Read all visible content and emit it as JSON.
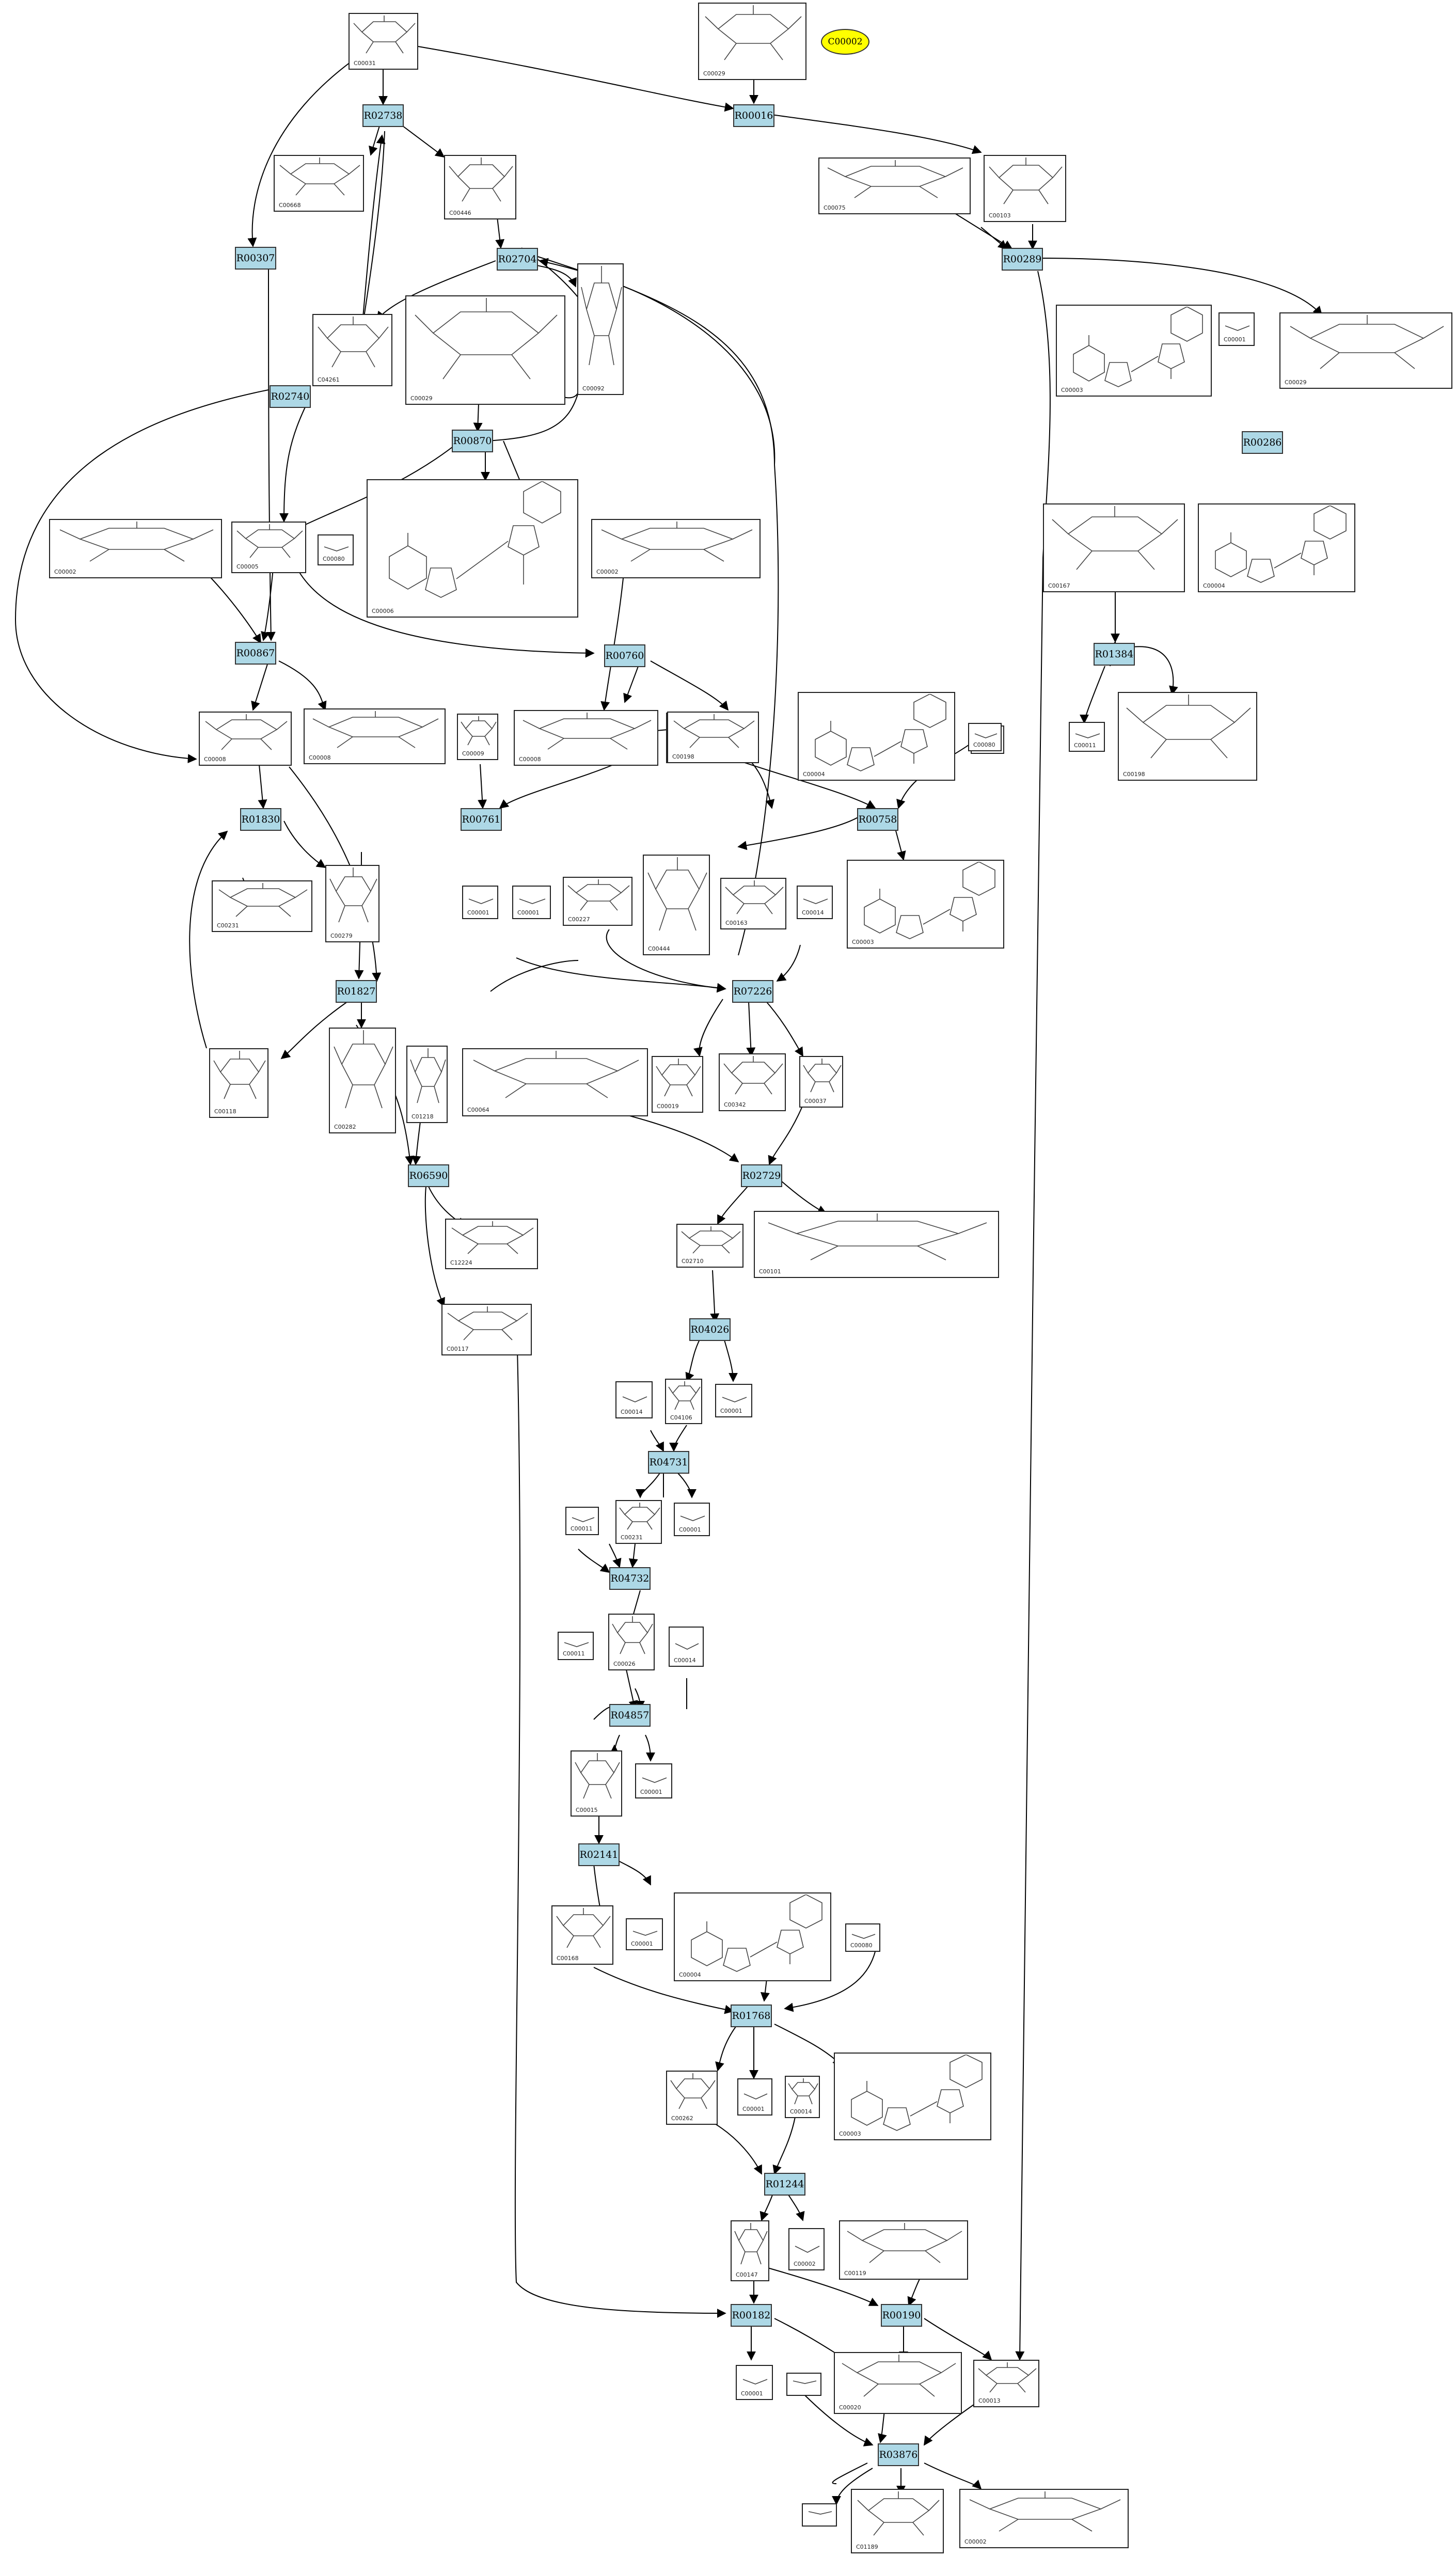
{
  "highlight": {
    "label": "C00002",
    "color": "#ffff00"
  },
  "colors": {
    "reaction_fill": "#add8e6",
    "edge": "#000000"
  },
  "reactions": [
    {
      "id": "R02738"
    },
    {
      "id": "R00016"
    },
    {
      "id": "R00307"
    },
    {
      "id": "R00289"
    },
    {
      "id": "R02704"
    },
    {
      "id": "R02740"
    },
    {
      "id": "R00870"
    },
    {
      "id": "R00286"
    },
    {
      "id": "R00867"
    },
    {
      "id": "R00760"
    },
    {
      "id": "R01384"
    },
    {
      "id": "R01830"
    },
    {
      "id": "R00761"
    },
    {
      "id": "R00758"
    },
    {
      "id": "R01827"
    },
    {
      "id": "R07226"
    },
    {
      "id": "R06590"
    },
    {
      "id": "R02729"
    },
    {
      "id": "R04026"
    },
    {
      "id": "R04731"
    },
    {
      "id": "R04732"
    },
    {
      "id": "R04857"
    },
    {
      "id": "R02141"
    },
    {
      "id": "R01768"
    },
    {
      "id": "R01244"
    },
    {
      "id": "R00182"
    },
    {
      "id": "R00190"
    },
    {
      "id": "R03876"
    }
  ],
  "compounds": [
    {
      "id": "C00031"
    },
    {
      "id": "C00668"
    },
    {
      "id": "C00029"
    },
    {
      "id": "C00075"
    },
    {
      "id": "C00103"
    },
    {
      "id": "C00446"
    },
    {
      "id": "C04261"
    },
    {
      "id": "C00029"
    },
    {
      "id": "C00006"
    },
    {
      "id": "C00092"
    },
    {
      "id": "C00003"
    },
    {
      "id": "C00001"
    },
    {
      "id": "C00029"
    },
    {
      "id": "C00002"
    },
    {
      "id": "C00080"
    },
    {
      "id": "C00005"
    },
    {
      "id": "C00002"
    },
    {
      "id": "C00008"
    },
    {
      "id": "C00080"
    },
    {
      "id": "C00167"
    },
    {
      "id": "C00004"
    },
    {
      "id": "C00198"
    },
    {
      "id": "C00008"
    },
    {
      "id": "C00009"
    },
    {
      "id": "C00008"
    },
    {
      "id": "C00006"
    },
    {
      "id": "C00011"
    },
    {
      "id": "C00004"
    },
    {
      "id": "C00080"
    },
    {
      "id": "C00198"
    },
    {
      "id": "C00231"
    },
    {
      "id": "C00279"
    },
    {
      "id": "C00001"
    },
    {
      "id": "C00001"
    },
    {
      "id": "C00227"
    },
    {
      "id": "C00444"
    },
    {
      "id": "C00163"
    },
    {
      "id": "C00014"
    },
    {
      "id": "C00003"
    },
    {
      "id": "C00118"
    },
    {
      "id": "C00282"
    },
    {
      "id": "C01218"
    },
    {
      "id": "C00064"
    },
    {
      "id": "C00019"
    },
    {
      "id": "C00342"
    },
    {
      "id": "C00037"
    },
    {
      "id": "C12224"
    },
    {
      "id": "C02710"
    },
    {
      "id": "C00101"
    },
    {
      "id": "C00117"
    },
    {
      "id": "C00014"
    },
    {
      "id": "C04106"
    },
    {
      "id": "C00001"
    },
    {
      "id": "C00011"
    },
    {
      "id": "C00231"
    },
    {
      "id": "C00001"
    },
    {
      "id": "C00011"
    },
    {
      "id": "C00026"
    },
    {
      "id": "C00014"
    },
    {
      "id": "C00015"
    },
    {
      "id": "C00001"
    },
    {
      "id": "C00168"
    },
    {
      "id": "C00001"
    },
    {
      "id": "C00004"
    },
    {
      "id": "C00080"
    },
    {
      "id": "C00262"
    },
    {
      "id": "C00001"
    },
    {
      "id": "C00014"
    },
    {
      "id": "C00003"
    },
    {
      "id": "C00147"
    },
    {
      "id": "C00002"
    },
    {
      "id": "C00119"
    },
    {
      "id": "C00001"
    },
    {
      "id": "C00020"
    },
    {
      "id": "C00013"
    },
    {
      "id": ""
    },
    {
      "id": ""
    },
    {
      "id": "C01189"
    },
    {
      "id": "C00002"
    }
  ]
}
